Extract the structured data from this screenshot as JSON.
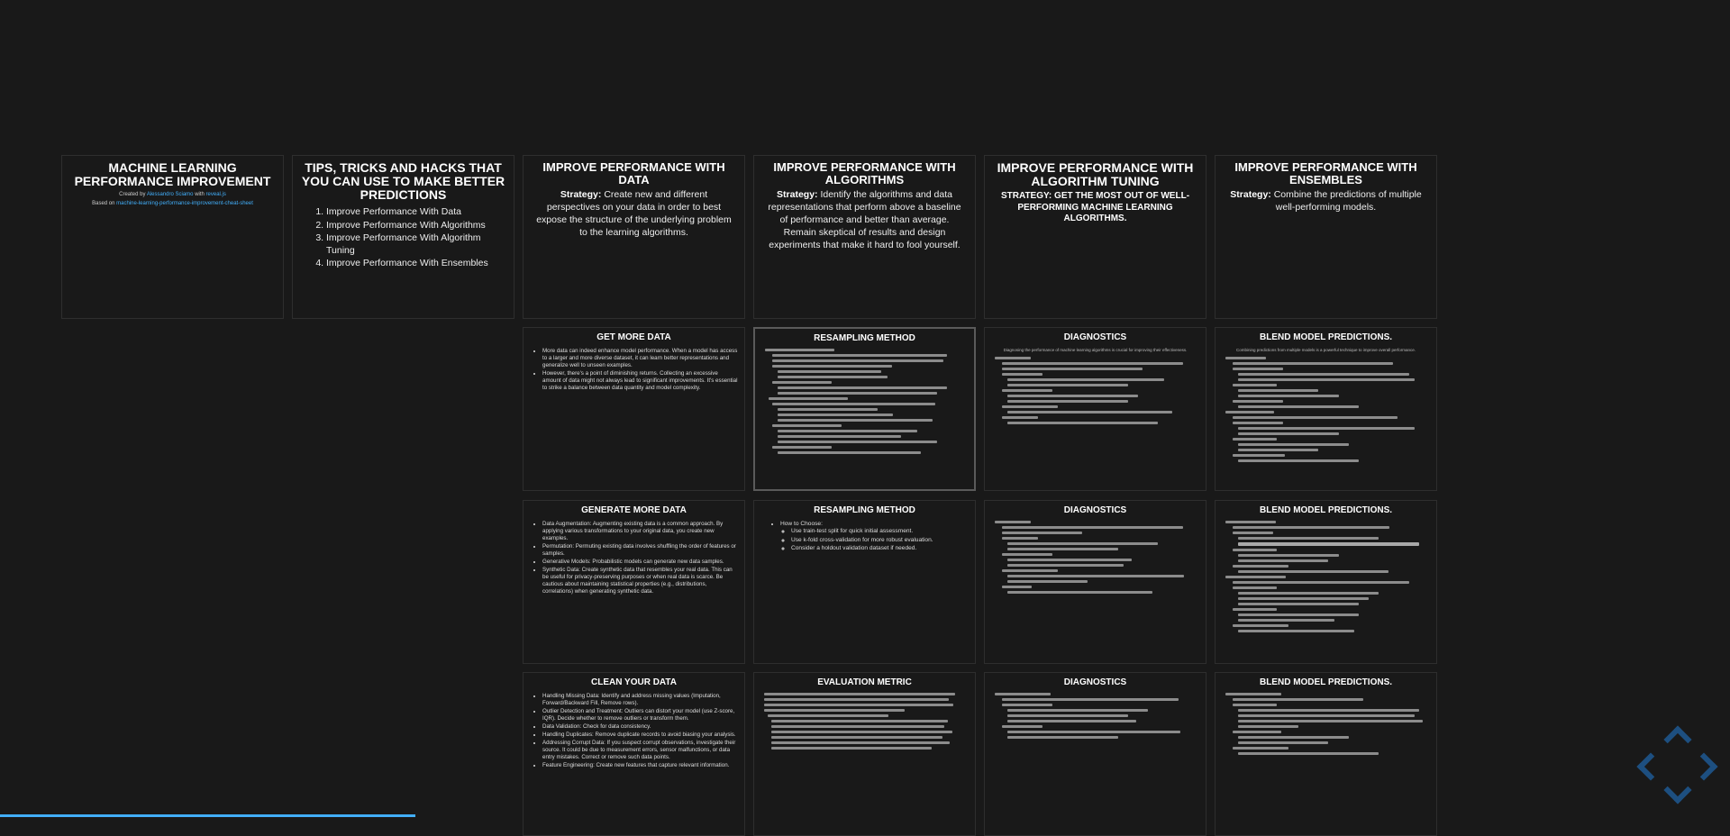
{
  "title_slide": {
    "title": "MACHINE LEARNING PERFORMANCE IMPROVEMENT",
    "created_prefix": "Created by",
    "author": "Alessandro Sciamo",
    "with_word": "with",
    "tool": "reveal.js",
    "based_prefix": "Based on",
    "source": "machine-learning-performance-improvement-cheat-sheet"
  },
  "toc_slide": {
    "title": "TIPS, TRICKS AND HACKS THAT YOU CAN USE TO MAKE BETTER PREDICTIONS",
    "items": [
      "Improve Performance With Data",
      "Improve Performance With Algorithms",
      "Improve Performance With Algorithm Tuning",
      "Improve Performance With Ensembles"
    ]
  },
  "data_section": {
    "title": "IMPROVE PERFORMANCE WITH DATA",
    "strategy_label": "Strategy:",
    "strategy_text": "Create new and different perspectives on your data in order to best expose the structure of the underlying problem to the learning algorithms."
  },
  "algo_section": {
    "title": "IMPROVE PERFORMANCE WITH ALGORITHMS",
    "strategy_label": "Strategy:",
    "strategy_text": "Identify the algorithms and data representations that perform above a baseline of performance and better than average. Remain skeptical of results and design experiments that make it hard to fool yourself."
  },
  "tuning_section": {
    "title": "IMPROVE PERFORMANCE WITH ALGORITHM TUNING",
    "strategy": "STRATEGY: GET THE MOST OUT OF WELL-PERFORMING MACHINE LEARNING ALGORITHMS."
  },
  "ensemble_section": {
    "title": "IMPROVE PERFORMANCE WITH ENSEMBLES",
    "strategy_label": "Strategy:",
    "strategy_text": "Combine the predictions of multiple well-performing models."
  },
  "get_more_data": {
    "title": "GET MORE DATA",
    "bullets": [
      "More data can indeed enhance model performance. When a model has access to a larger and more diverse dataset, it can learn better representations and generalize well to unseen examples.",
      "However, there's a point of diminishing returns. Collecting an excessive amount of data might not always lead to significant improvements. It's essential to strike a balance between data quantity and model complexity."
    ]
  },
  "generate_more_data": {
    "title": "GENERATE MORE DATA",
    "bullets": [
      "Data Augmentation: Augmenting existing data is a common approach. By applying various transformations to your original data, you create new examples.",
      "Permutation: Permuting existing data involves shuffling the order of features or samples.",
      "Generative Models: Probabilistic models can generate new data samples.",
      "Synthetic Data: Create synthetic data that resembles your real data. This can be useful for privacy-preserving purposes or when real data is scarce. Be cautious about maintaining statistical properties (e.g., distributions, correlations) when generating synthetic data."
    ]
  },
  "clean_data": {
    "title": "CLEAN YOUR DATA",
    "bullets": [
      "Handling Missing Data: Identify and address missing values (Imputation, Forward/Backward Fill, Remove rows).",
      "Outlier Detection and Treatment: Outliers can distort your model (use Z-score, IQR). Decide whether to remove outliers or transform them.",
      "Data Validation: Check for data consistency.",
      "Handling Duplicates: Remove duplicate records to avoid biasing your analysis.",
      "Addressing Corrupt Data: If you suspect corrupt observations, investigate their source. It could be due to measurement errors, sensor malfunctions, or data entry mistakes. Correct or remove such data points.",
      "Feature Engineering: Create new features that capture relevant information."
    ]
  },
  "resampling_1": {
    "title": "RESAMPLING METHOD"
  },
  "resampling_2": {
    "title": "RESAMPLING METHOD",
    "how_label": "How to Choose:",
    "bullets": [
      "Use train-test split for quick initial assessment.",
      "Use k-fold cross-validation for more robust evaluation.",
      "Consider a holdout validation dataset if needed."
    ]
  },
  "evaluation_metric": {
    "title": "EVALUATION METRIC"
  },
  "diagnostics_1": {
    "title": "DIAGNOSTICS",
    "intro": "Diagnosing the performance of machine learning algorithms is crucial for improving their effectiveness."
  },
  "diagnostics_2": {
    "title": "DIAGNOSTICS"
  },
  "diagnostics_3": {
    "title": "DIAGNOSTICS"
  },
  "blend_1": {
    "title": "BLEND MODEL PREDICTIONS.",
    "intro": "Combining predictions from multiple models is a powerful technique to improve overall performance."
  },
  "blend_2": {
    "title": "BLEND MODEL PREDICTIONS."
  },
  "blend_3": {
    "title": "BLEND MODEL PREDICTIONS."
  },
  "progress": {
    "fraction": 0.24
  },
  "controls": {
    "icons": [
      "up-arrow-icon",
      "left-arrow-icon",
      "right-arrow-icon",
      "down-arrow-icon"
    ],
    "color": "#1d4f80"
  },
  "colors": {
    "background": "#191919",
    "accent": "#42affa"
  }
}
